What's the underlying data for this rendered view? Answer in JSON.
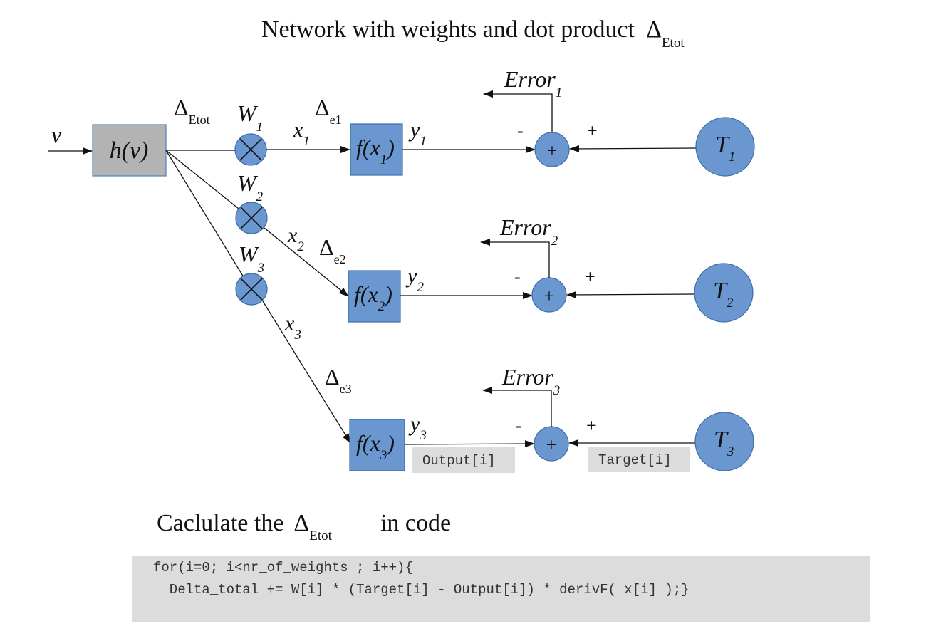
{
  "title": {
    "text": "Network with weights and dot product",
    "delta": "Δ",
    "sub": "Etot"
  },
  "input": {
    "label": "v"
  },
  "hidden_node": {
    "label": "h(v)"
  },
  "delta_etot": {
    "delta": "Δ",
    "sub": "Etot"
  },
  "branches": [
    {
      "weight": "W",
      "weight_sub": "1",
      "x": "x",
      "x_sub": "1",
      "delta": "Δ",
      "delta_sub": "e1",
      "f_main": "f(x",
      "f_sub": "1",
      "f_close": ")",
      "y": "y",
      "y_sub": "1",
      "error": "Error",
      "error_sub": "1",
      "minus": "-",
      "plus": "+",
      "sum": "+",
      "target": "T",
      "target_sub": "1"
    },
    {
      "weight": "W",
      "weight_sub": "2",
      "x": "x",
      "x_sub": "2",
      "delta": "Δ",
      "delta_sub": "e2",
      "f_main": "f(x",
      "f_sub": "2",
      "f_close": ")",
      "y": "y",
      "y_sub": "2",
      "error": "Error",
      "error_sub": "2",
      "minus": "-",
      "plus": "+",
      "sum": "+",
      "target": "T",
      "target_sub": "2"
    },
    {
      "weight": "W",
      "weight_sub": "3",
      "x": "x",
      "x_sub": "3",
      "delta": "Δ",
      "delta_sub": "e3",
      "f_main": "f(x",
      "f_sub": "3",
      "f_close": ")",
      "y": "y",
      "y_sub": "3",
      "error": "Error",
      "error_sub": "3",
      "minus": "-",
      "plus": "+",
      "sum": "+",
      "target": "T",
      "target_sub": "3"
    }
  ],
  "output_tag": "Output[i]",
  "target_tag": "Target[i]",
  "calc": {
    "prefix": "Caclulate the",
    "delta": "Δ",
    "sub": "Etot",
    "suffix": "in code"
  },
  "code": {
    "line1": "for(i=0; i<nr_of_weights ; i++){",
    "line2": "  Delta_total += W[i] * (Target[i] - Output[i]) * derivF( x[i] );}"
  },
  "colors": {
    "node_blue": "#6a97cf",
    "node_border": "#3d6ea8",
    "hidden_gray": "#b3b3b3",
    "tag_gray": "#dcdcdc"
  }
}
